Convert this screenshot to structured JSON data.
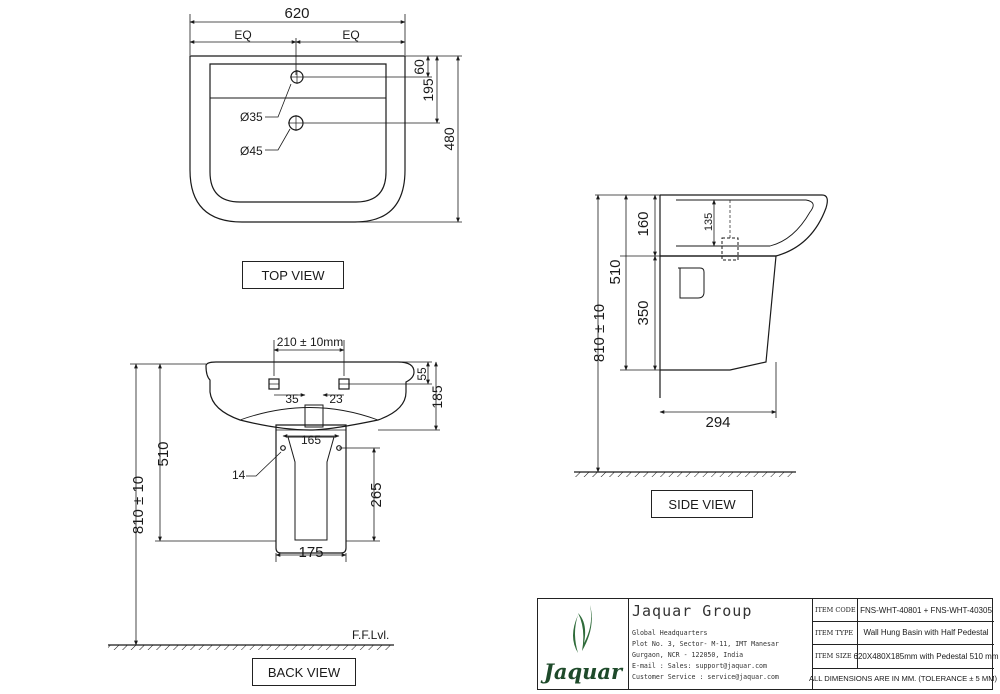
{
  "top_view": {
    "label": "TOP VIEW",
    "dims": {
      "width": "620",
      "eq_left": "EQ",
      "eq_right": "EQ",
      "d60": "60",
      "d195": "195",
      "d480": "480",
      "hole_small": "Ø35",
      "hole_large": "Ø45"
    }
  },
  "back_view": {
    "label": "BACK VIEW",
    "dims": {
      "bolt_spacing": "210 ± 10mm",
      "d55": "55",
      "d185": "185",
      "d35": "35",
      "d23": "23",
      "d165": "165",
      "d14": "14",
      "d510": "510",
      "d810": "810 ± 10",
      "d265": "265",
      "d175": "175",
      "floor_level": "F.F.Lvl."
    }
  },
  "side_view": {
    "label": "SIDE VIEW",
    "dims": {
      "d160": "160",
      "d135": "135",
      "d510": "510",
      "d810": "810 ± 10",
      "d350": "350",
      "d294": "294"
    }
  },
  "title_block": {
    "company": "Jaquar Group",
    "logo_text": "Jaquar",
    "address": [
      "Global Headquarters",
      "Plot No. 3, Sector- M-11, IMT Manesar",
      "Gurgaon, NCR - 122050, India",
      "E-mail :  Sales:  support@jaquar.com",
      "Customer  Service :  service@jaquar.com"
    ],
    "rows": [
      {
        "key": "ITEM CODE",
        "value": "FNS-WHT-40801 + FNS-WHT-40305"
      },
      {
        "key": "ITEM TYPE",
        "value": "Wall Hung Basin with Half Pedestal"
      },
      {
        "key": "ITEM SIZE",
        "value": "620X480X185mm with Pedestal 510 mm"
      }
    ],
    "note": "ALL DIMENSIONS ARE IN MM. (TOLERANCE ± 5 MM)"
  }
}
